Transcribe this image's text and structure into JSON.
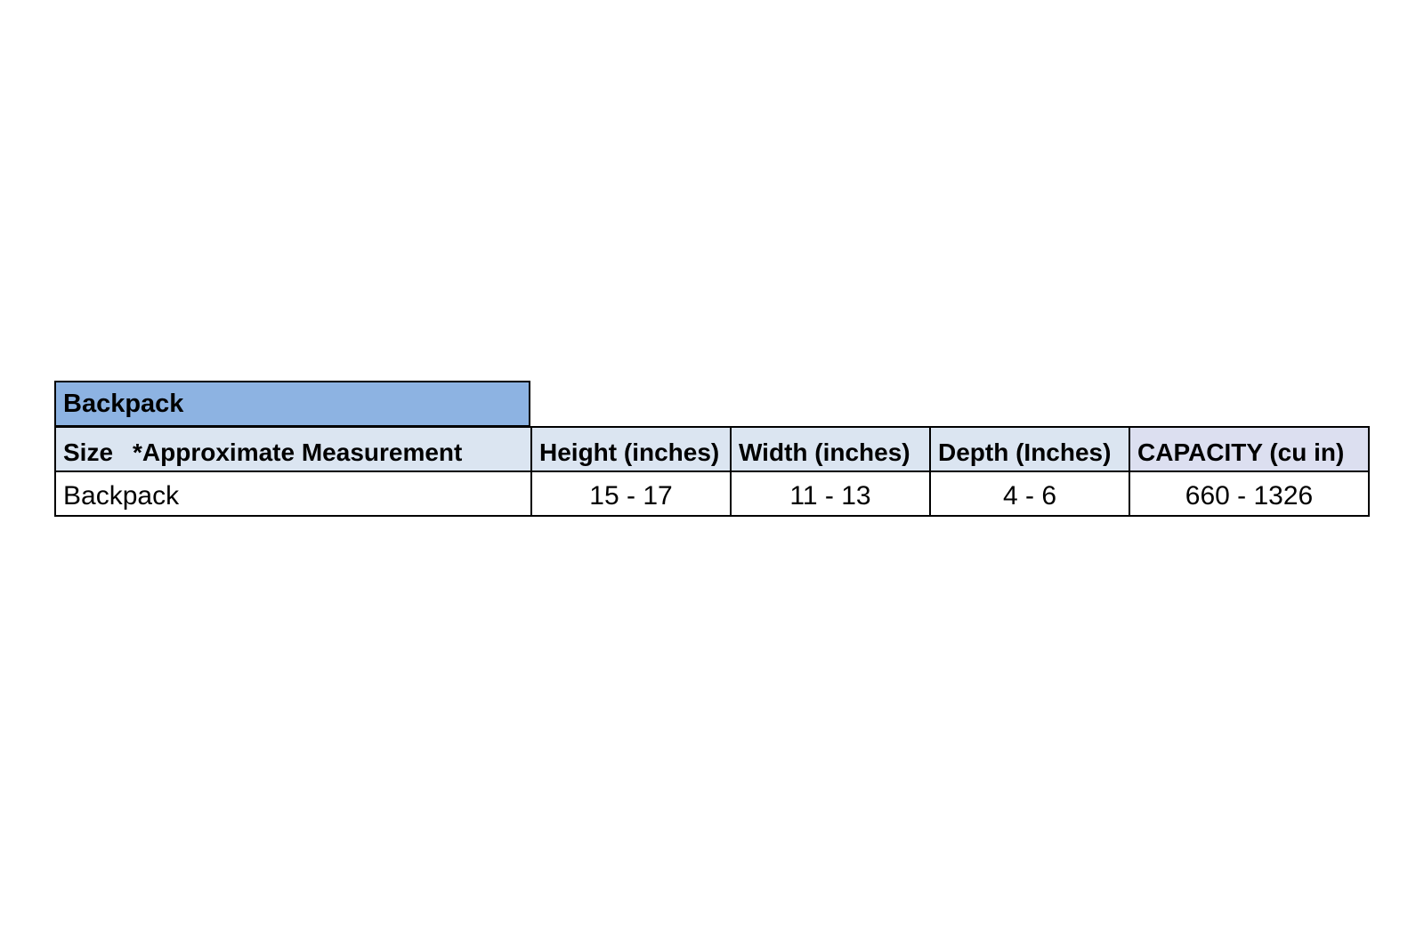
{
  "table": {
    "title": "Backpack",
    "headers": {
      "size": "Size",
      "size_note": "*Approximate Measurement",
      "height": "Height (inches)",
      "width": "Width (inches)",
      "depth": "Depth (Inches)",
      "capacity": "CAPACITY (cu in)"
    },
    "rows": [
      {
        "size": "Backpack",
        "height": "15 - 17",
        "width": "11 - 13",
        "depth": "4 - 6",
        "capacity": "660 - 1326"
      }
    ]
  },
  "colors": {
    "title_fill": "#8db3e2",
    "header_fill": "#dbe5f1",
    "capacity_header_fill": "#dcdff0",
    "border": "#000000"
  }
}
